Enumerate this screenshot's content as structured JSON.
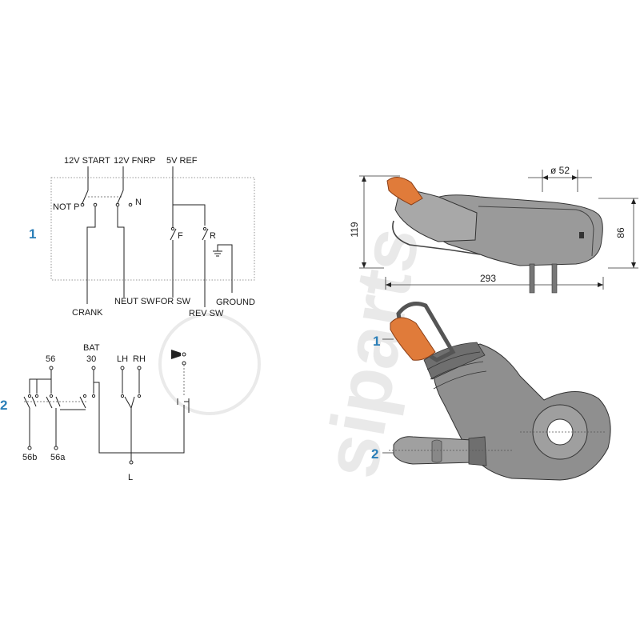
{
  "watermark": {
    "text": "siparts"
  },
  "diagram1": {
    "number": "1",
    "labels": {
      "start": "12V START",
      "fnrp": "12V FNRP",
      "ref": "5V REF",
      "not_p": "NOT P",
      "n": "N",
      "f": "F",
      "r": "R",
      "crank": "CRANK",
      "neut_sw": "NEUT SW",
      "for_sw": "FOR SW",
      "rev_sw": "REV SW",
      "ground": "GROUND"
    }
  },
  "diagram2": {
    "number": "2",
    "labels": {
      "t56": "56",
      "bat": "BAT",
      "t30": "30",
      "lh": "LH",
      "rh": "RH",
      "t56b": "56b",
      "t56a": "56a",
      "l": "L"
    }
  },
  "drawing": {
    "dims": {
      "height": "119",
      "diameter": "ø 52",
      "side": "86",
      "length": "293"
    },
    "callouts": {
      "one": "1",
      "two": "2"
    },
    "accent_color": "#e07b3a",
    "body_color": "#8f8f8f"
  }
}
